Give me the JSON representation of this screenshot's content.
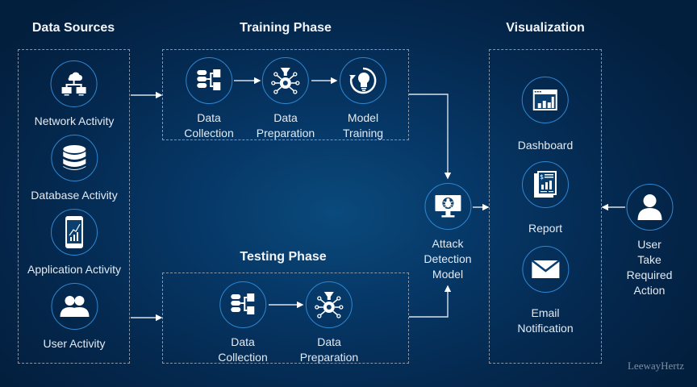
{
  "sections": {
    "data_sources": "Data Sources",
    "training": "Training Phase",
    "testing": "Testing Phase",
    "visualization": "Visualization"
  },
  "data_sources": [
    {
      "label": "Network Activity",
      "icon": "network-cloud-icon"
    },
    {
      "label": "Database Activity",
      "icon": "database-icon"
    },
    {
      "label": "Application Activity",
      "icon": "mobile-chart-icon"
    },
    {
      "label": "User Activity",
      "icon": "users-icon"
    }
  ],
  "training": [
    {
      "label": "Data\nCollection",
      "icon": "data-collection-icon"
    },
    {
      "label": "Data\nPreparation",
      "icon": "data-preparation-icon"
    },
    {
      "label": "Model\nTraining",
      "icon": "lightbulb-cycle-icon"
    }
  ],
  "testing": [
    {
      "label": "Data\nCollection",
      "icon": "data-collection-icon"
    },
    {
      "label": "Data\nPreparation",
      "icon": "data-preparation-icon"
    }
  ],
  "model": {
    "label": "Attack\nDetection\nModel",
    "icon": "monitor-bug-icon"
  },
  "visualization": [
    {
      "label": "Dashboard",
      "icon": "dashboard-chart-icon"
    },
    {
      "label": "Report",
      "icon": "report-icon"
    },
    {
      "label": "Email\nNotification",
      "icon": "envelope-icon"
    }
  ],
  "user_action": {
    "label": "User Take\nRequired Action",
    "icon": "user-icon"
  },
  "watermark": "LeewayHertz",
  "colors": {
    "accent": "#2e86d0",
    "background": "#04284e"
  }
}
